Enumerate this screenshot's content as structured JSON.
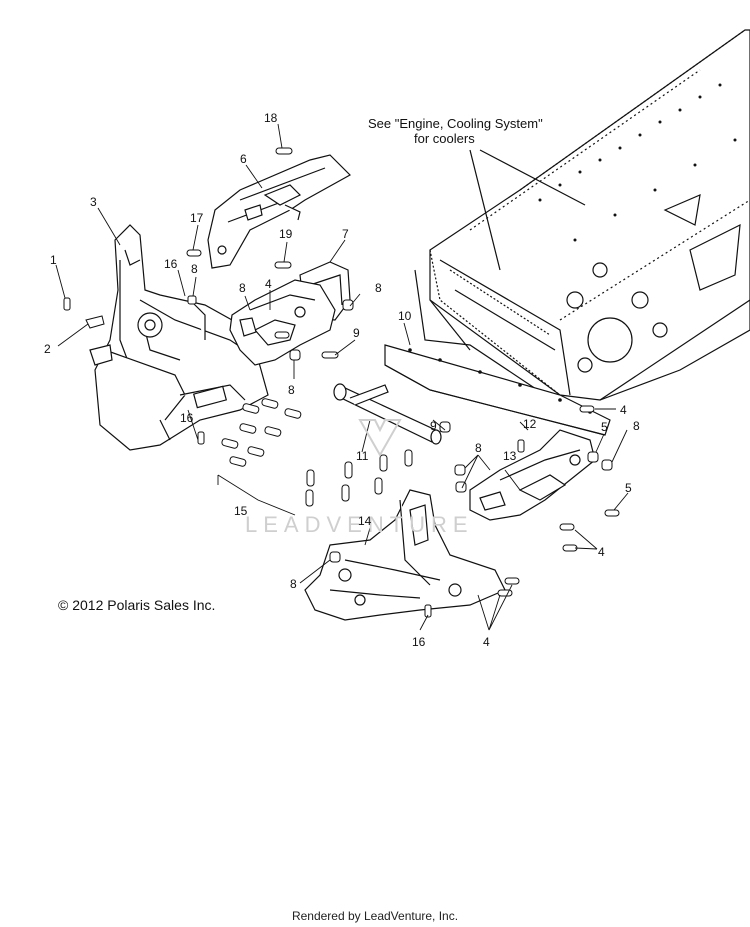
{
  "note": {
    "line1": "See \"Engine, Cooling System\"",
    "line2": "for coolers"
  },
  "copyright": "© 2012 Polaris Sales Inc.",
  "footer": "Rendered by LeadVenture, Inc.",
  "watermark": "LEADVENTURE",
  "callouts": {
    "c1": "1",
    "c2": "2",
    "c3": "3",
    "c4a": "4",
    "c4b": "4",
    "c4c": "4",
    "c4d": "4",
    "c5a": "5",
    "c5b": "5",
    "c6": "6",
    "c7": "7",
    "c8a": "8",
    "c8b": "8",
    "c8c": "8",
    "c8d": "8",
    "c8e": "8",
    "c8f": "8",
    "c9a": "9",
    "c9b": "9",
    "c10": "10",
    "c11": "11",
    "c12": "12",
    "c13": "13",
    "c14": "14",
    "c15": "15",
    "c16a": "16",
    "c16b": "16",
    "c16c": "16",
    "c17": "17",
    "c18": "18",
    "c19": "19"
  }
}
